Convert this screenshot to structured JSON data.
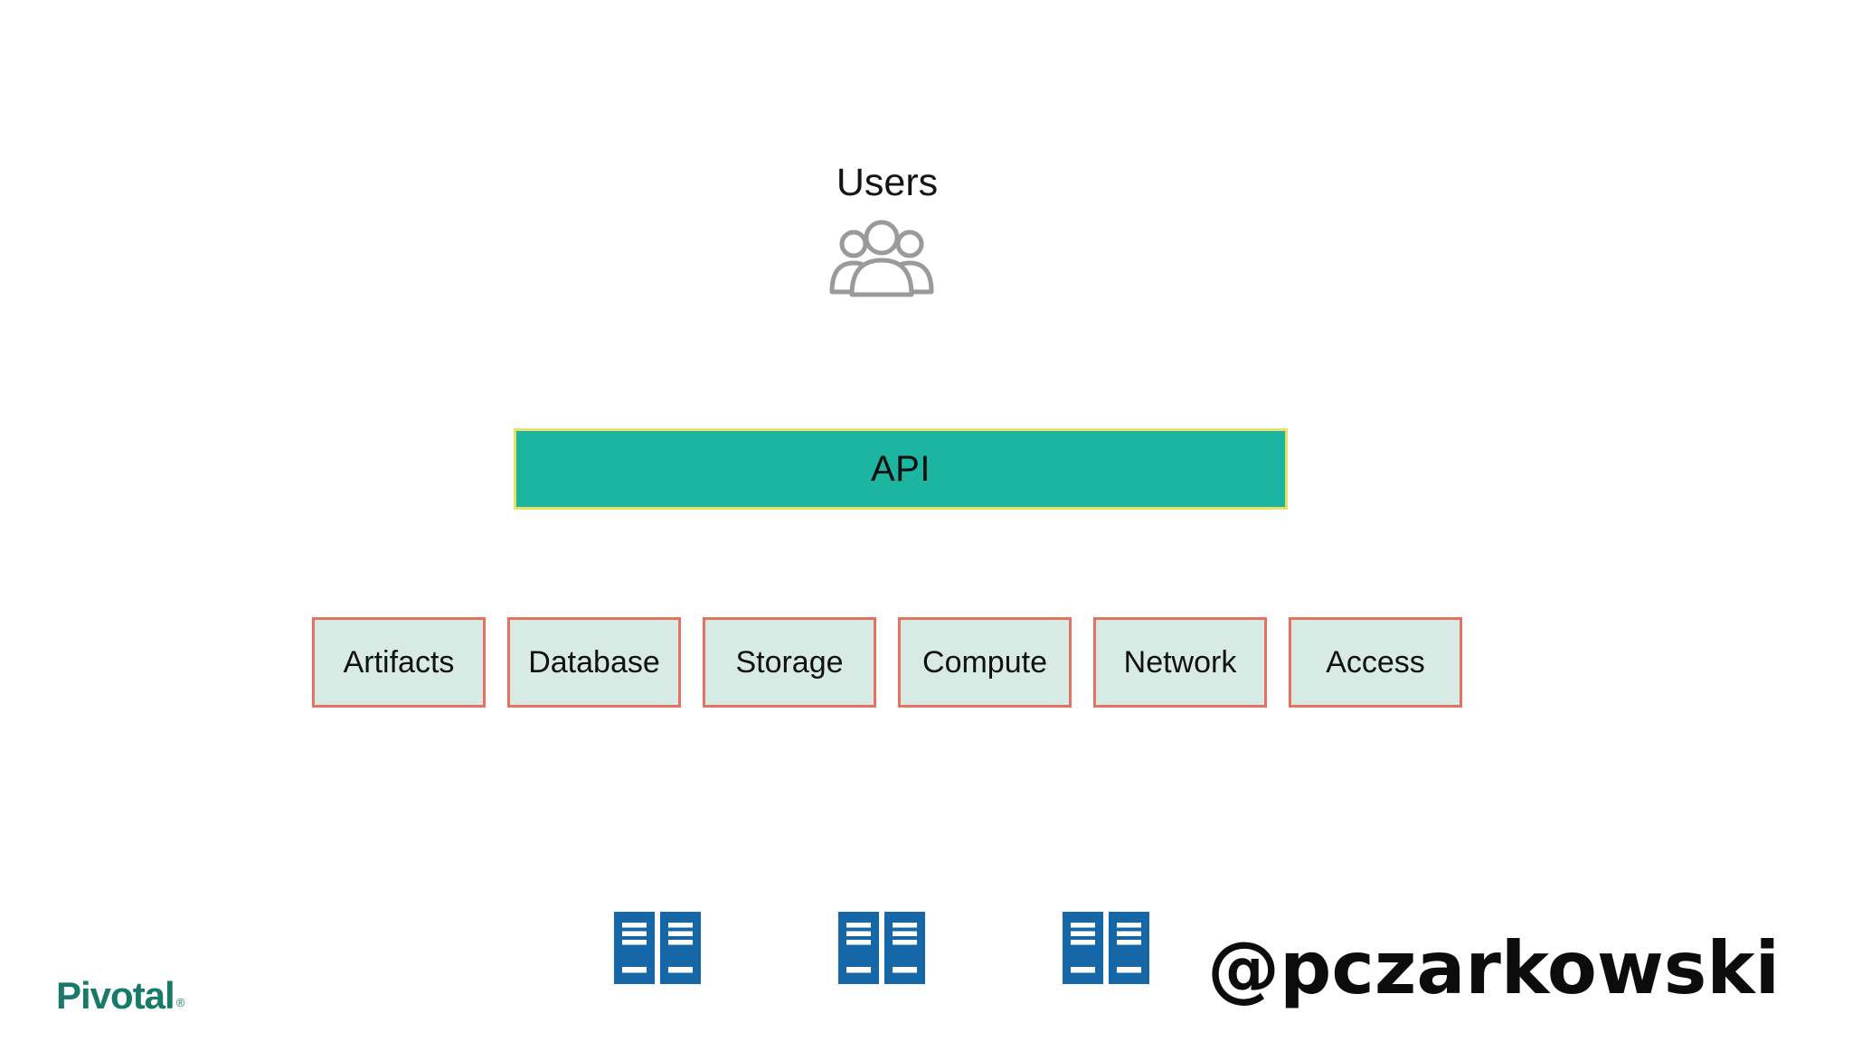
{
  "diagram": {
    "users": {
      "label": "Users",
      "icon": "users-group-icon",
      "icon_color": "#9a9a9a"
    },
    "api": {
      "label": "API",
      "fill_color": "#1cb5a2",
      "border_color": "#e9e166"
    },
    "resources": [
      "Artifacts",
      "Database",
      "Storage",
      "Compute",
      "Network",
      "Access"
    ],
    "resource_fill_color": "#d7eae4",
    "resource_border_color": "#e7705f",
    "servers": {
      "icon": "server-rack-icon",
      "count": 3,
      "color": "#1567a8"
    }
  },
  "footer": {
    "brand": "Pivotal",
    "brand_registered_mark": "®",
    "brand_color": "#187a68",
    "handle": "@pczarkowski"
  }
}
